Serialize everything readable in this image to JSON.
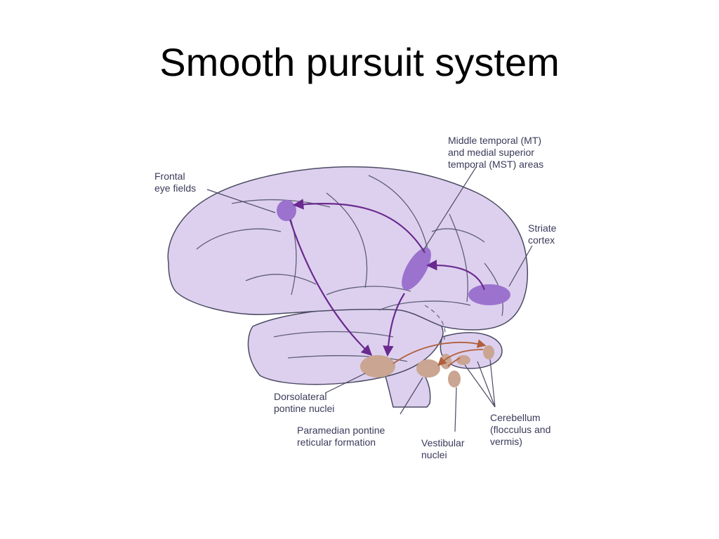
{
  "slide": {
    "title": "Smooth pursuit system"
  },
  "diagram": {
    "colors": {
      "brain_fill": "#ddd0ee",
      "brain_outline": "#4b4b63",
      "sulcus": "#5e5e78",
      "cortical_area": "#9c72cf",
      "cortical_pathway": "#6a2a8f",
      "brainstem_nucleus": "#c9a592",
      "brainstem_pathway": "#b0603c",
      "label_text": "#3a3a5a"
    },
    "labels": {
      "frontal_eye_fields": [
        "Frontal",
        "eye fields"
      ],
      "mt_mst": [
        "Middle temporal (MT)",
        "and medial superior",
        "temporal (MST) areas"
      ],
      "striate_cortex": [
        "Striate",
        "cortex"
      ],
      "dorsolateral_pontine": [
        "Dorsolateral",
        "pontine nuclei"
      ],
      "paramedian_pontine": [
        "Paramedian pontine",
        "reticular formation"
      ],
      "vestibular_nuclei": [
        "Vestibular",
        "nuclei"
      ],
      "cerebellum": [
        "Cerebellum",
        "(flocculus and",
        "vermis)"
      ]
    }
  }
}
